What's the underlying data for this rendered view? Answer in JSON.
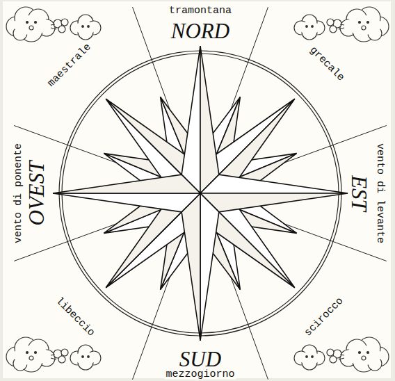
{
  "diagram": {
    "labels": [
      "tramontana",
      "NORD",
      "grecale",
      "vento di levante",
      "EST",
      "scirocco",
      "mezzogiorno",
      "SUD",
      "libeccio",
      "vento di ponente",
      "OVEST",
      "maestrale"
    ]
  }
}
